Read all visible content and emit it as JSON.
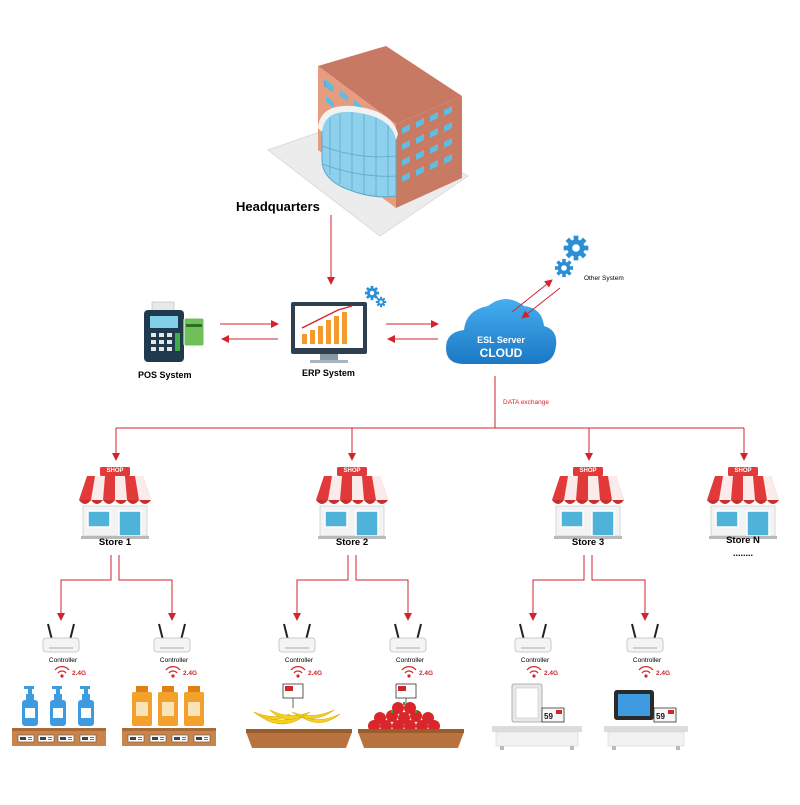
{
  "headquarters": {
    "label": "Headquarters"
  },
  "systems": {
    "pos": "POS System",
    "erp": "ERP System",
    "esl_line1": "ESL Server",
    "esl_line2": "CLOUD",
    "other": "Other System",
    "data_exchange": "DATA exchange"
  },
  "stores": [
    {
      "name": "Store 1",
      "sign": "SHOP"
    },
    {
      "name": "Store 2",
      "sign": "SHOP"
    },
    {
      "name": "Store 3",
      "sign": "SHOP"
    },
    {
      "name": "Store N",
      "sign": "SHOP",
      "ellipsis": "........"
    }
  ],
  "controller": {
    "label": "Controller",
    "freq": "2.4G"
  },
  "price_tags": {
    "tag1": "59",
    "tag2": "59"
  },
  "colors": {
    "arrow": "#d0262b",
    "building": "#d98a6e",
    "window": "#4fb3d9",
    "cloud": "#2a8fd6",
    "awning": "#e23a3a"
  }
}
